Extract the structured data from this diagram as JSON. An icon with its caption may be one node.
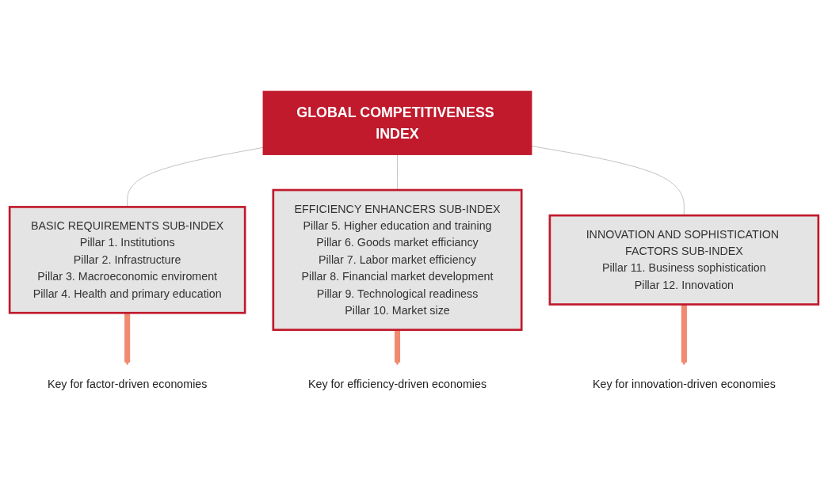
{
  "diagram": {
    "nodes": [
      {
        "text": [
          "GLOBAL COMPETITIVENESS INDEX"
        ]
      },
      {
        "text": [
          "BASIC REQUIREMENTS SUB-INDEX",
          "Pillar 1. Institutions",
          "Pillar 2. Infrastructure",
          "Pillar 3. Macroeconomic enviroment",
          "Pillar 4. Health and primary education"
        ]
      },
      {
        "text": [
          "Key for factor-driven economies"
        ]
      },
      {
        "text": [
          "EFFICIENCY ENHANCERS SUB-INDEX",
          "Pillar 5. Higher education and training",
          "Pillar 6. Goods market efficiancy",
          "Pillar 7. Labor market efficiency",
          "Pillar 8. Financial market development",
          "Pillar 9. Technological readiness",
          "Pillar 10. Market size"
        ]
      },
      {
        "text": [
          "Key for efficiency-driven economies"
        ]
      },
      {
        "text": [
          "INNOVATION AND SOPHISTICATION FACTORS SUB-INDEX",
          "Pillar 11. Business sophistication",
          "Pillar 12. Innovation"
        ]
      },
      {
        "text": [
          "Key for innovation-driven economies"
        ]
      }
    ],
    "edges": [
      {
        "from": 0,
        "to": 1,
        "arrow": "none"
      },
      {
        "from": 0,
        "to": 3,
        "arrow": "none"
      },
      {
        "from": 0,
        "to": 5,
        "arrow": "none"
      },
      {
        "from": 1,
        "to": 2,
        "arrow": "to",
        "style": "thick",
        "color": "#f08a70"
      },
      {
        "from": 3,
        "to": 4,
        "arrow": "to",
        "style": "thick",
        "color": "#f08a70"
      },
      {
        "from": 5,
        "to": 6,
        "arrow": "to",
        "style": "thick",
        "color": "#f08a70"
      }
    ]
  }
}
